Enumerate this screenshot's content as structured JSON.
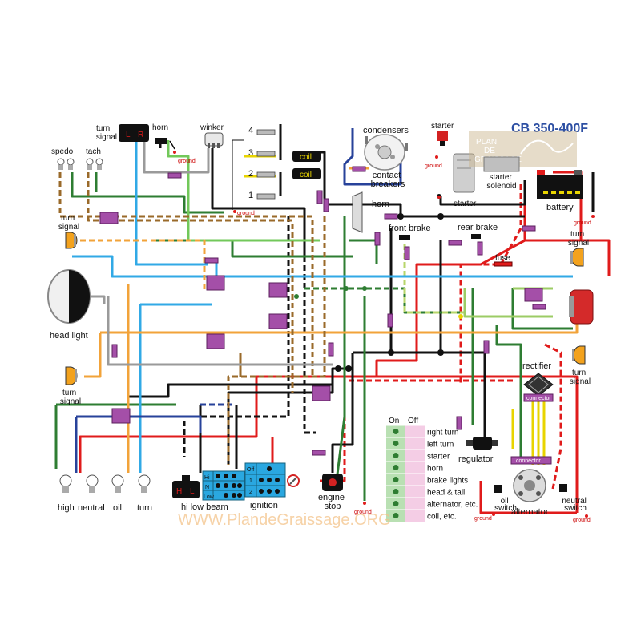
{
  "title": "CB 350-400F",
  "watermark": "WWW.PlandeGraissage.ORG",
  "watermark_badge": [
    "PLAN",
    "DE",
    "GRAISSAGE"
  ],
  "colors": {
    "wire_red": "#e01b1b",
    "wire_black": "#111111",
    "wire_green": "#2e7d32",
    "wire_lightgreen": "#72c85a",
    "wire_blue": "#31a9e6",
    "wire_navy": "#27429a",
    "wire_orange": "#f2a33a",
    "wire_brown": "#9a6a2a",
    "wire_gray": "#9a9a9a",
    "wire_yellow": "#e8d400",
    "connector": "#a44fa8",
    "title": "#2d4fa3"
  },
  "labels": {
    "turn_signal_switch": [
      "turn",
      "signal"
    ],
    "turn_signal_L": "L",
    "turn_signal_R": "R",
    "horn_switch": "horn",
    "winker": "winker",
    "coil_nums": [
      "4",
      "3",
      "2",
      "1"
    ],
    "coil": "coil",
    "condensers": "condensers",
    "contact_breakers": [
      "contact",
      "breakers"
    ],
    "starter_button": "starter",
    "starter_motor": "starter",
    "starter_solenoid": [
      "starter",
      "solenoid"
    ],
    "battery": "battery",
    "speedo": "spedo",
    "tach": "tach",
    "turn_signal_fl": [
      "turn",
      "signal"
    ],
    "horn": "horn",
    "front_brake": "front brake",
    "rear_brake": "rear brake",
    "fuse": "fuse",
    "turn_signal_rr": [
      "turn",
      "signal"
    ],
    "head_light": "head light",
    "rectifier": "rectifier",
    "rectifier_connector": "connector",
    "turn_signal_fr": [
      "turn",
      "signal"
    ],
    "turn_signal_rl": [
      "turn",
      "signal"
    ],
    "indicators": [
      "high",
      "neutral",
      "oil",
      "turn"
    ],
    "hi_lo_switch": [
      "H",
      "L"
    ],
    "hi_low_beam": "hi low beam",
    "beam_rows": [
      "Hi",
      "N",
      "Low"
    ],
    "ignition": "ignition",
    "ignition_rows": [
      "Off",
      "1",
      "2"
    ],
    "engine_stop": [
      "engine",
      "stop"
    ],
    "regulator": "regulator",
    "alternator_connector": "connector",
    "oil_switch": [
      "oil",
      "switch"
    ],
    "alternator": "alternator",
    "neutral_switch": [
      "neutral",
      "switch"
    ],
    "ground": "ground"
  },
  "legend": {
    "headers": [
      "On",
      "Off"
    ],
    "items": [
      "right turn",
      "left turn",
      "starter",
      "horn",
      "brake lights",
      "head & tail",
      "alternator, etc.",
      "coil, etc."
    ]
  }
}
